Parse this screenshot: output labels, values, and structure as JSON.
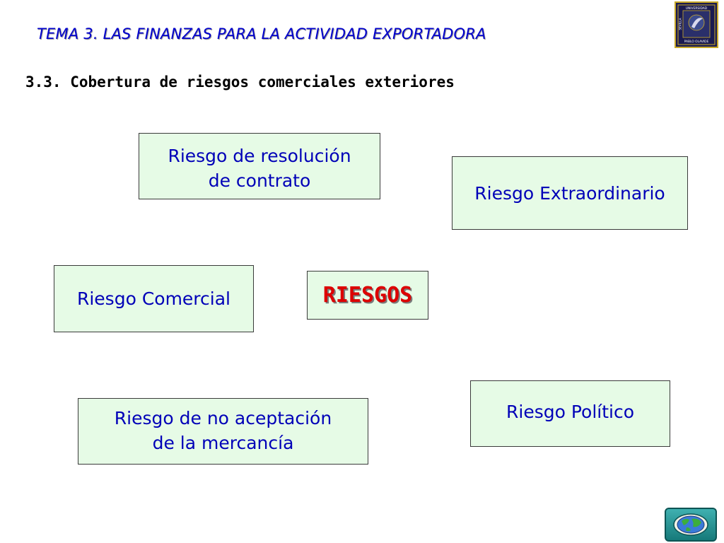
{
  "header": {
    "title": "TEMA 3. LAS FINANZAS PARA LA ACTIVIDAD EXPORTADORA",
    "section": "3.3. Cobertura de riesgos comerciales exteriores"
  },
  "logo": {
    "top_text": "UNIVERSIDAD",
    "left_text": "SEVILLA",
    "bottom_text": "PABLO OLAVIDE",
    "icon": "university-seal-icon"
  },
  "diagram": {
    "center": "RIESGOS",
    "boxes": {
      "resolucion": [
        "Riesgo de resolución",
        "de contrato"
      ],
      "extraordinario": [
        "Riesgo Extraordinario"
      ],
      "comercial": [
        "Riesgo Comercial"
      ],
      "no_aceptacion": [
        "Riesgo de no aceptación",
        "de la mercancía"
      ],
      "politico": [
        "Riesgo Político"
      ]
    }
  },
  "nav": {
    "icon": "globe-icon"
  },
  "colors": {
    "title": "#0000cc",
    "box_text": "#0000b8",
    "box_fill": "#e6fbe6",
    "center_text": "#dd0000"
  }
}
